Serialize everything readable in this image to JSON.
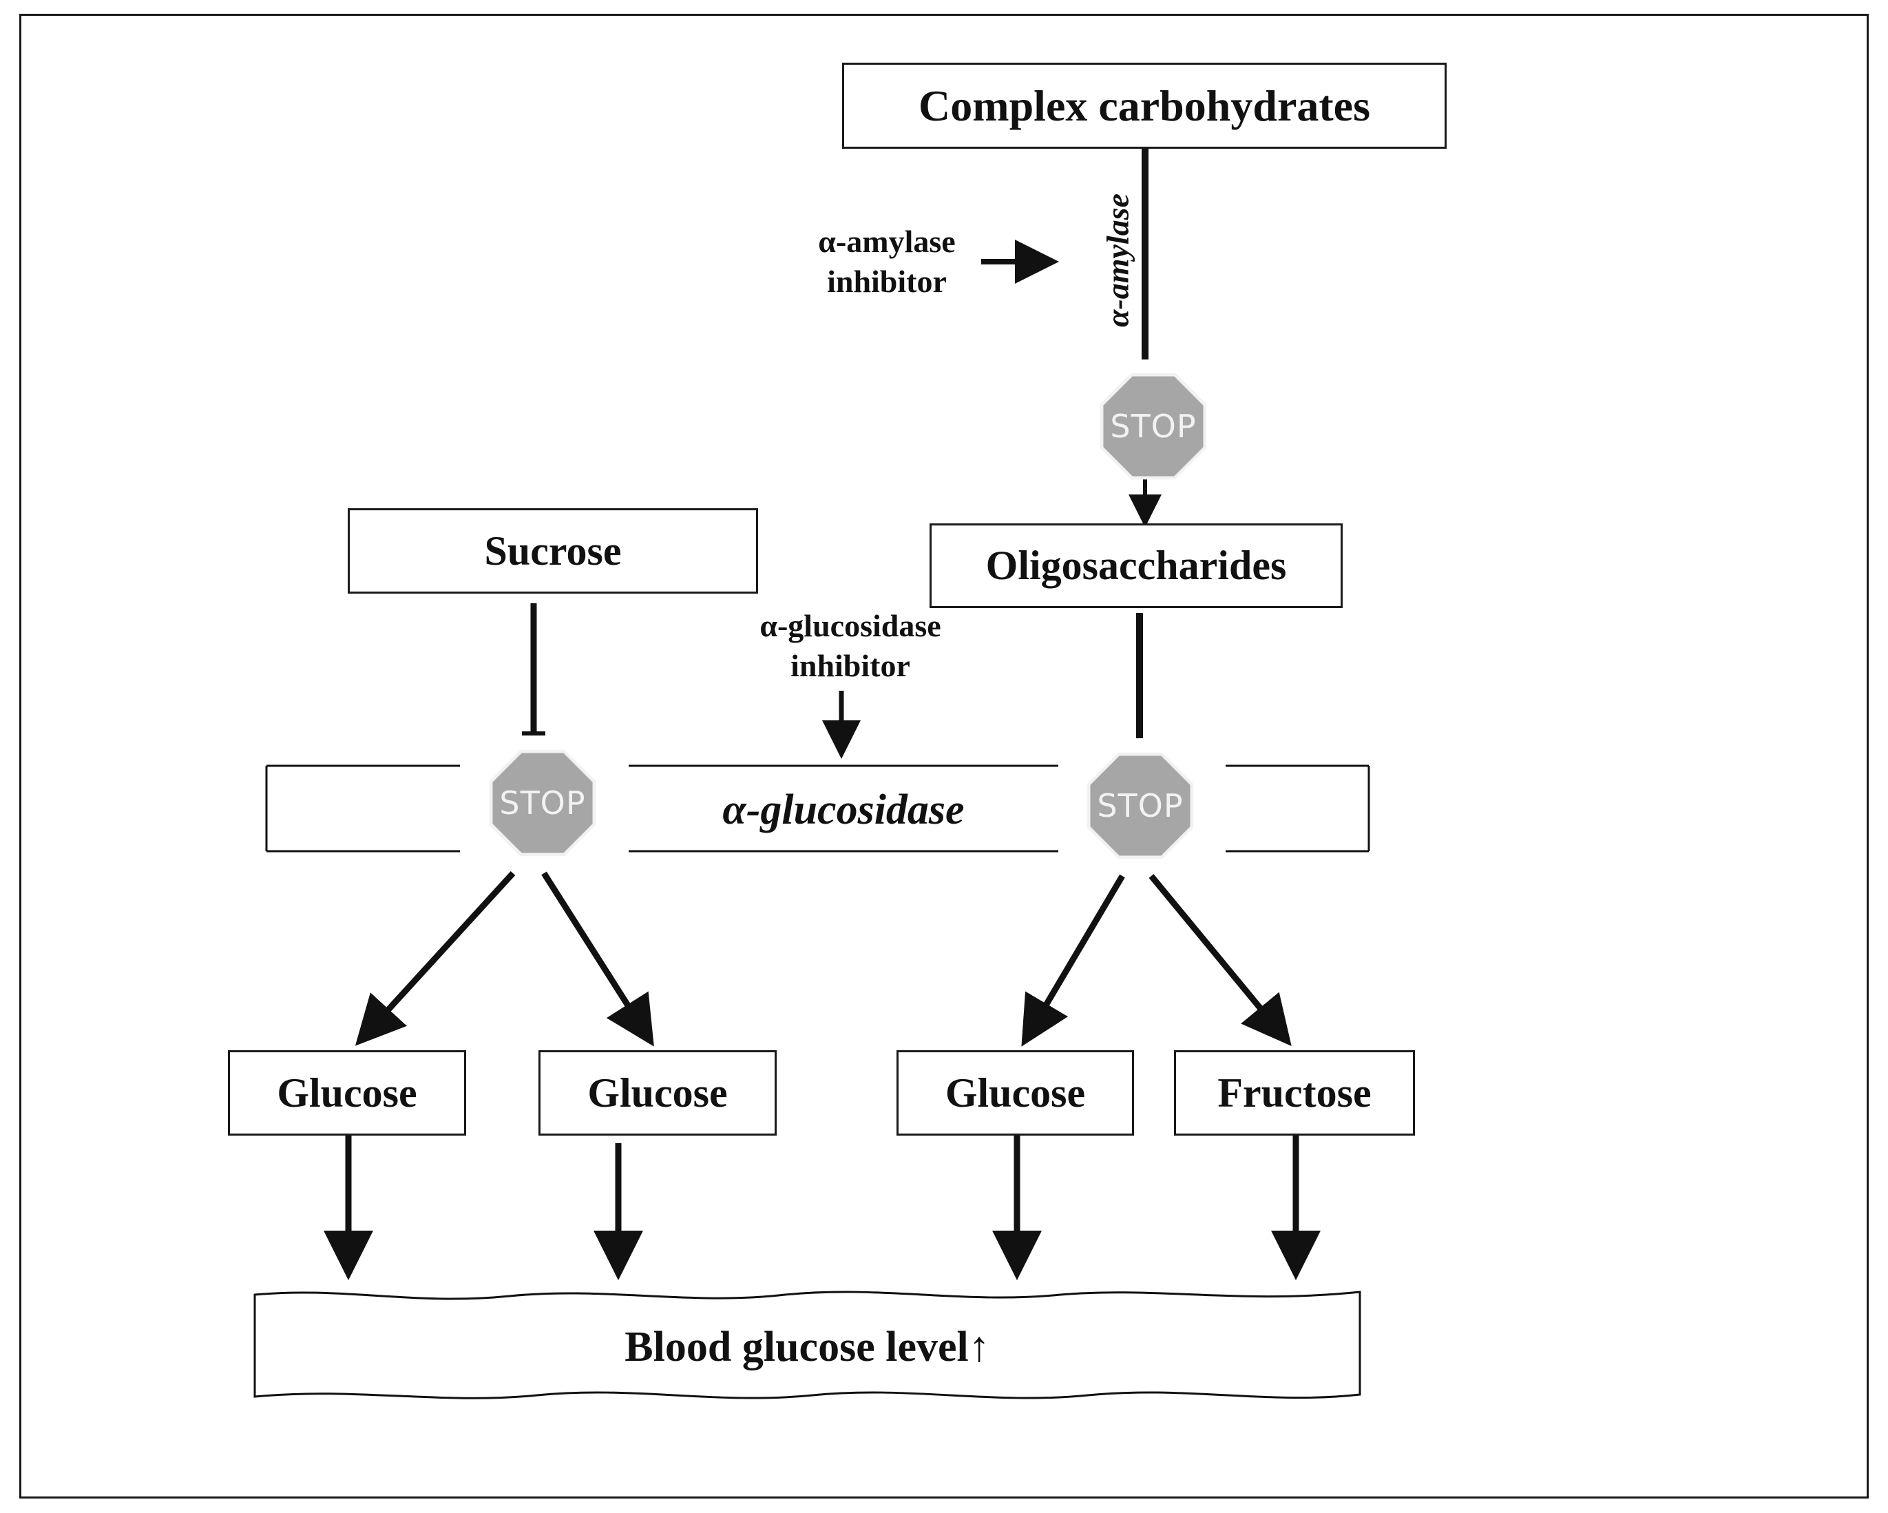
{
  "nodes": {
    "complex_carbohydrates": "Complex carbohydrates",
    "oligosaccharides": "Oligosaccharides",
    "sucrose": "Sucrose",
    "glucose_1": "Glucose",
    "glucose_2": "Glucose",
    "glucose_3": "Glucose",
    "fructose": "Fructose",
    "blood_glucose": "Blood glucose level↑"
  },
  "enzymes": {
    "alpha_amylase": "α-amylase",
    "alpha_glucosidase": "α-glucosidase"
  },
  "inhibitors": {
    "amylase_line1": "α-amylase",
    "amylase_line2": "inhibitor",
    "glucosidase_line1": "α-glucosidase",
    "glucosidase_line2": "inhibitor"
  },
  "stop_sign": {
    "text": "STOP",
    "fill": "#a6a6a6"
  }
}
